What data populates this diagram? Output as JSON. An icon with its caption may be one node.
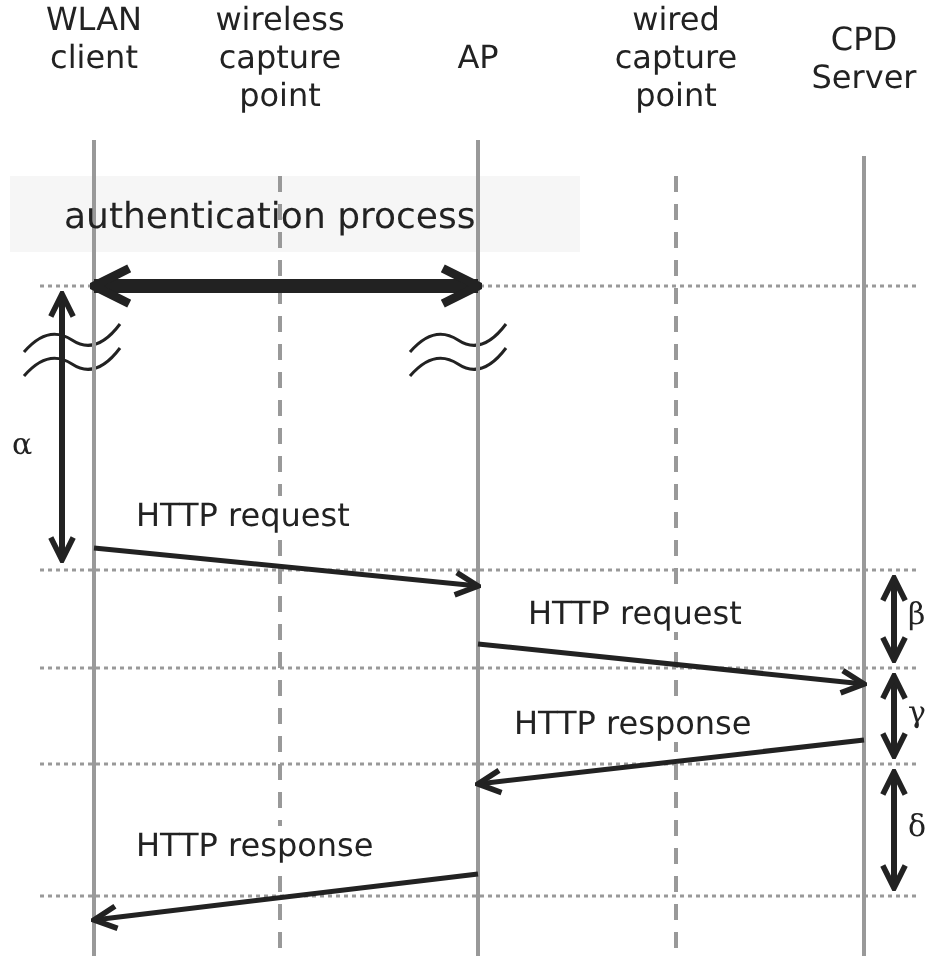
{
  "diagram": {
    "nodes": [
      {
        "text": [
          "WLAN client"
        ]
      },
      {
        "text": [
          "wireless capture point"
        ]
      },
      {
        "text": [
          "AP"
        ]
      },
      {
        "text": [
          "wired capture point"
        ]
      },
      {
        "text": [
          "CPD Server"
        ]
      }
    ],
    "edges": [
      {
        "from": 0,
        "to": 2,
        "arrow": "both",
        "label": "authentication process",
        "style": "thick"
      },
      {
        "from": 0,
        "to": 2,
        "arrow": "to",
        "label": "HTTP request"
      },
      {
        "from": 2,
        "to": 4,
        "arrow": "to",
        "label": "HTTP request"
      },
      {
        "from": 4,
        "to": 2,
        "arrow": "to",
        "label": "HTTP response"
      },
      {
        "from": 2,
        "to": 0,
        "arrow": "to",
        "label": "HTTP response"
      }
    ],
    "labels": [
      "α",
      "β",
      "γ",
      "δ"
    ]
  }
}
